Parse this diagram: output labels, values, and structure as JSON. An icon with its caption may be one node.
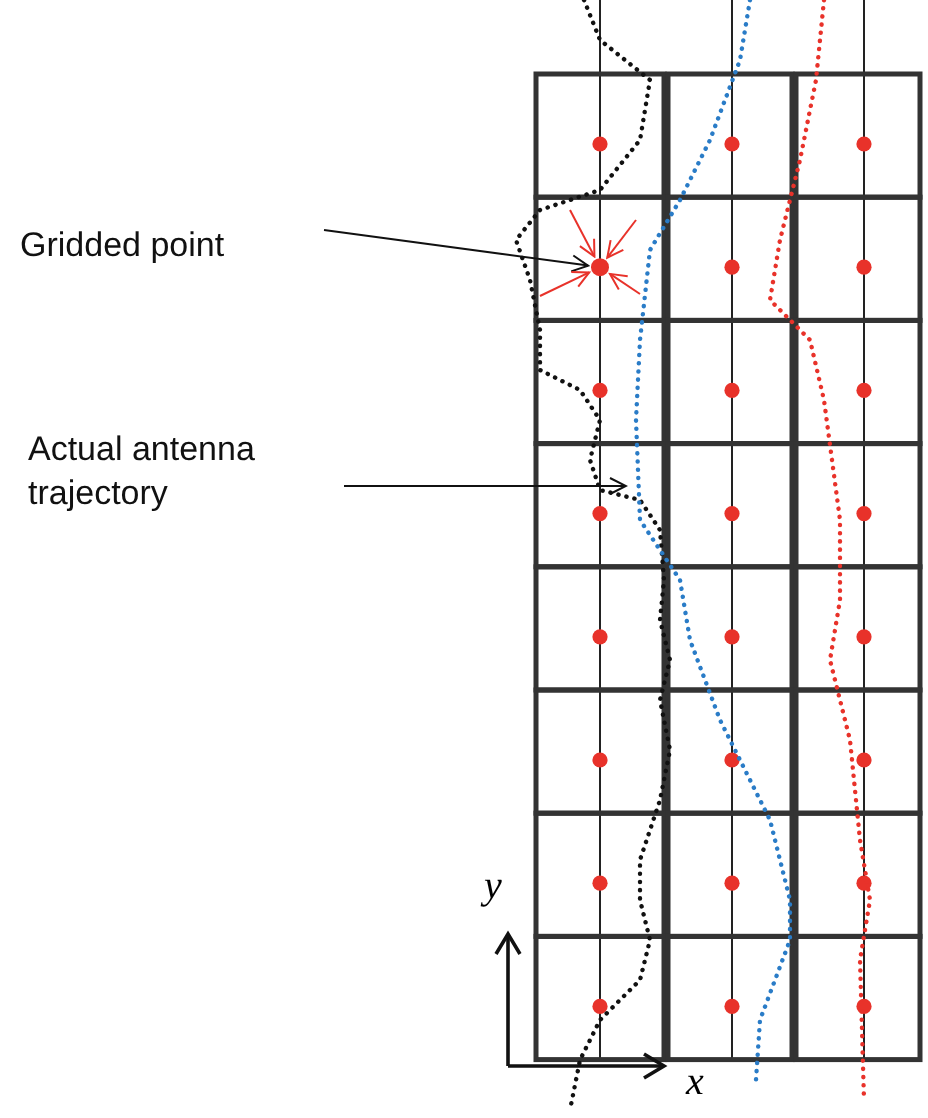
{
  "diagram": {
    "nodes": [
      {
        "text": [
          "Gridded point"
        ]
      },
      {
        "text": [],
        "shape": "circle"
      },
      {
        "text": [
          "Actual antenna trajectory"
        ]
      }
    ],
    "edges": [
      {
        "from": 0,
        "to": 1,
        "arrow": "to",
        "color": "#111111"
      },
      {
        "from": 2,
        "to": null,
        "arrow": "to",
        "color": "#111111"
      },
      {
        "from": null,
        "to": 1,
        "arrow": "to"
      },
      {
        "from": null,
        "to": 1,
        "arrow": "to"
      },
      {
        "from": null,
        "to": 1,
        "arrow": "to"
      },
      {
        "from": null,
        "to": 1,
        "arrow": "to"
      }
    ],
    "labels": [
      "y",
      "x"
    ]
  }
}
